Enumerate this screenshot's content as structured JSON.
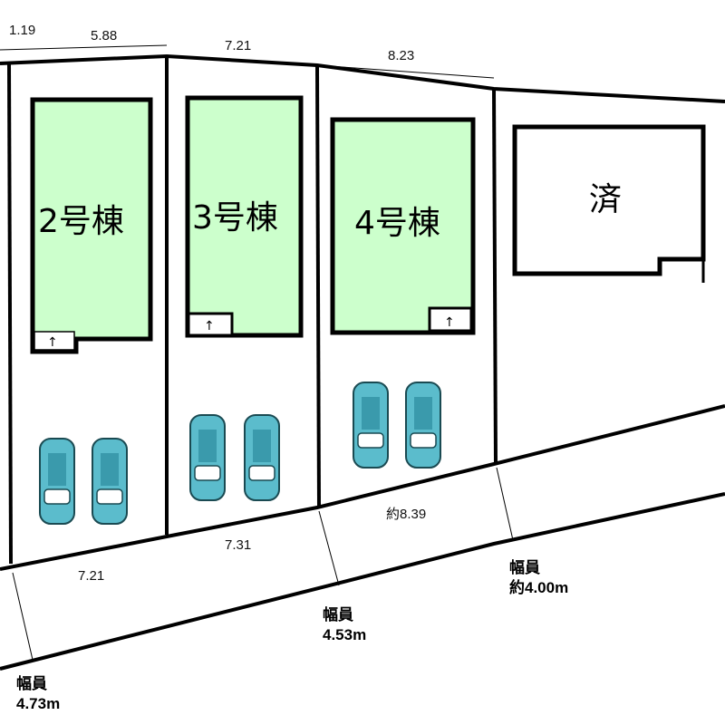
{
  "dimensions_top": [
    "1.19",
    "5.88",
    "7.21",
    "8.23"
  ],
  "dimensions_bottom": [
    "7.21",
    "7.31",
    "約8.39"
  ],
  "buildings": [
    "2号棟",
    "3号棟",
    "4号棟"
  ],
  "sold_label": "済",
  "entrance_arrow": "↑",
  "roads": [
    {
      "label": "幅員",
      "width": "4.73m"
    },
    {
      "label": "幅員",
      "width": "4.53m"
    },
    {
      "label": "幅員",
      "width": "約4.00m"
    }
  ],
  "colors": {
    "building_fill": "#ccffcc",
    "car_fill": "#5bbccc",
    "line": "#000000"
  }
}
